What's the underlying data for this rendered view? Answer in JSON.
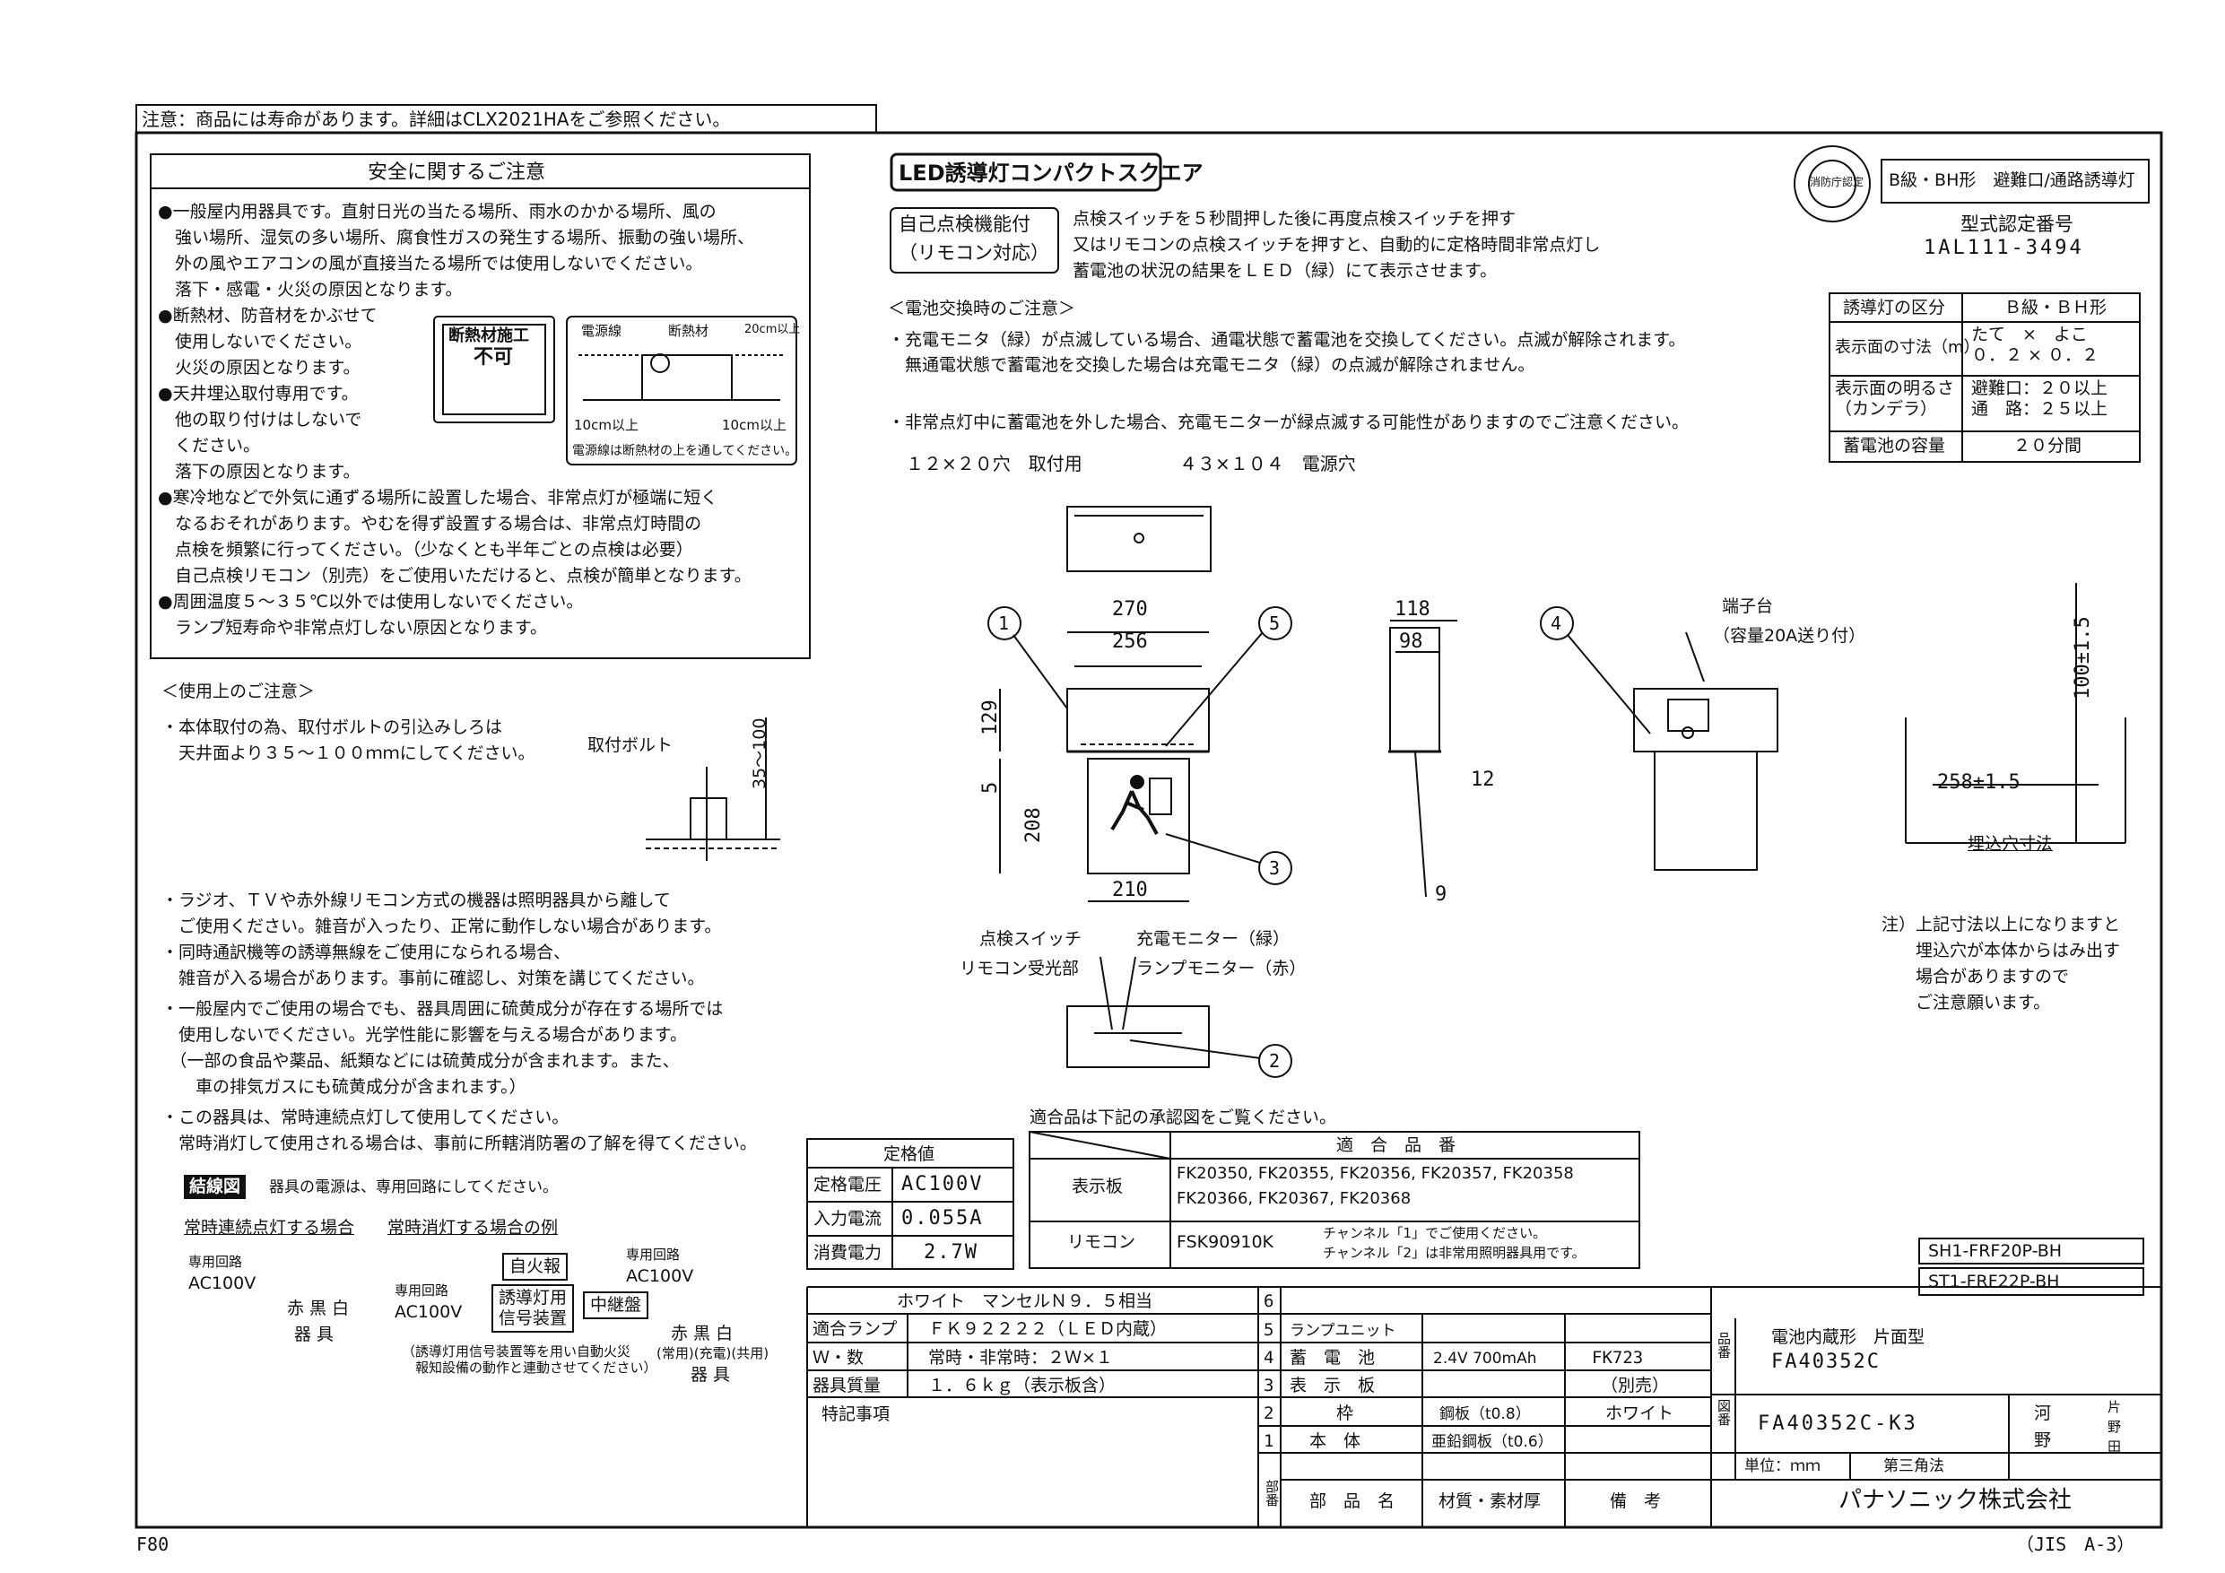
{
  "caution_banner": "注意：商品には寿命があります。詳細はCLX2021HAをご参照ください。",
  "safety": {
    "title": "安全に関するご注意",
    "lines": [
      "●一般屋内用器具です。直射日光の当たる場所、雨水のかかる場所、風の",
      "　強い場所、湿気の多い場所、腐食性ガスの発生する場所、振動の強い場所、",
      "　外の風やエアコンの風が直接当たる場所では使用しないでください。",
      "　落下・感電・火災の原因となります。"
    ],
    "insul_lines": [
      "●断熱材、防音材をかぶせて",
      "　使用しないでください。",
      "　火災の原因となります。",
      "●天井埋込取付専用です。",
      "　他の取り付けはしないで",
      "　ください。",
      "　落下の原因となります。"
    ],
    "lines2": [
      "●寒冷地などで外気に通ずる場所に設置した場合、非常点灯が極端に短く",
      "　なるおそれがあります。やむを得ず設置する場合は、非常点灯時間の",
      "　点検を頻繁に行ってください。（少なくとも半年ごとの点検は必要）",
      "　自己点検リモコン（別売）をご使用いただけると、点検が簡単となります。",
      "●周囲温度５～３５℃以外では使用しないでください。",
      "　ランプ短寿命や非常点灯しない原因となります。"
    ],
    "pic1": {
      "top": "断熱材施工",
      "bottom": "不可"
    },
    "pic2": {
      "label1": "電源線",
      "label2": "断熱材",
      "gap1": "10cm以上",
      "gap2": "10cm以上",
      "height": "20cm以上",
      "note": "電源線は断熱材の上を通してください。"
    }
  },
  "usage": {
    "title": "＜使用上のご注意＞",
    "mount": [
      "・本体取付の為、取付ボルトの引込みしろは",
      "　天井面より３５～１００ｍｍにしてください。"
    ],
    "bolt_label": "取付ボルト",
    "bolt_dim": "35～100",
    "lines": [
      "・ラジオ、ＴＶや赤外線リモコン方式の機器は照明器具から離して",
      "　ご使用ください。雑音が入ったり、正常に動作しない場合があります。",
      "・同時通訳機等の誘導無線をご使用になられる場合、",
      "　雑音が入る場合があります。事前に確認し、対策を講じてください。",
      "・一般屋内でご使用の場合でも、器具周囲に硫黄成分が存在する場所では",
      "　使用しないでください。光学性能に影響を与える場合があります。",
      "　（一部の食品や薬品、紙類などには硫黄成分が含まれます。また、",
      "　　車の排気ガスにも硫黄成分が含まれます。）",
      "・この器具は、常時連続点灯して使用してください。",
      "　常時消灯して使用される場合は、事前に所轄消防署の了解を得てください。"
    ]
  },
  "wiring": {
    "badge": "結線図",
    "note": "器具の電源は、専用回路にしてください。",
    "title_a": "常時連続点灯する場合",
    "title_b": "常時消灯する場合の例",
    "circuit_label": "専用回路",
    "ac": "AC100V",
    "colors": "赤 黒 白",
    "fixture": "器 具",
    "fire_alarm": "自火報",
    "signal": "誘導灯用\n信号装置",
    "relay": "中継盤",
    "colors_b_top": "赤 黒 白",
    "colors_b_mid": "(常用)(充電)(共用)",
    "fixture_b": "器 具",
    "paren_note": "（誘導灯用信号装置等を用い自動火災\n　報知設備の動作と連動させてください）"
  },
  "product": {
    "name": "LED誘導灯コンパクトスクエア",
    "self_check": [
      "自己点検機能付",
      "（リモコン対応）"
    ],
    "self_check_desc": [
      "点検スイッチを５秒間押した後に再度点検スイッチを押す",
      "又はリモコンの点検スイッチを押すと、自動的に定格時間非常点灯し",
      "蓄電池の状況の結果をＬＥＤ（緑）にて表示させます。"
    ],
    "battery_title": "＜電池交換時のご注意＞",
    "battery_lines": [
      "・充電モニタ（緑）が点滅している場合、通電状態で蓄電池を交換してください。点滅が解除されます。",
      "　無通電状態で蓄電池を交換した場合は充電モニタ（緑）の点滅が解除されません。"
    ],
    "battery_line3": "・非常点灯中に蓄電池を外した場合、充電モニターが緑点滅する可能性がありますのでご注意ください。",
    "class_badge": "B級・BH形　避難口/通路誘導灯",
    "cert_title": "型式認定番号",
    "cert_no": "1AL111-3494",
    "seal_text": "消防庁認定"
  },
  "spec_table": [
    [
      "誘導灯の区分",
      "Ｂ級・ＢＨ形"
    ],
    [
      "表示面の寸法（m）",
      "たて　×　よこ\n０．２ × ０．２"
    ],
    [
      "表示面の明るさ\n（カンデラ）",
      "避難口：２０以上\n通　路：２５以上"
    ],
    [
      "蓄電池の容量",
      "２０分間"
    ]
  ],
  "drawing": {
    "hole_label1": "１２×２０穴　取付用",
    "hole_label2": "４３×１０４　電源穴",
    "dims": {
      "w270": "270",
      "w256": "256",
      "w210": "210",
      "h129": "129",
      "h5": "5",
      "h208": "208",
      "d118": "118",
      "d98": "98",
      "d12": "12",
      "d9": "9",
      "cut_w": "258±1.5",
      "cut_h": "100±1.5"
    },
    "callouts": [
      "1",
      "2",
      "3",
      "4",
      "5"
    ],
    "terminal": "端子台",
    "terminal_note": "（容量20A送り付）",
    "cutout_label": "埋込穴寸法",
    "note_lines": [
      "注）上記寸法以上になりますと",
      "　　埋込穴が本体からはみ出す",
      "　　場合がありますので",
      "　　ご注意願います。"
    ],
    "ctrl": {
      "check_sw": "点検スイッチ",
      "charge_mon": "充電モニター（緑）",
      "remote_rx": "リモコン受光部",
      "lamp_mon": "ランプモニター（赤）"
    }
  },
  "rating": {
    "title": "定格値",
    "rows": [
      [
        "定格電圧",
        "AC100V"
      ],
      [
        "入力電流",
        "0.055A"
      ],
      [
        "消費電力",
        "2.7W"
      ]
    ]
  },
  "compat": {
    "note": "適合品は下記の承認図をご覧ください。",
    "header": "適　合　品　番",
    "panel_label": "表示板",
    "panel_values": [
      "FK20350, FK20355, FK20356, FK20357, FK20358",
      "FK20366, FK20367, FK20368"
    ],
    "remote_label": "リモコン",
    "remote_value": "FSK90910K",
    "remote_notes": [
      "チャンネル「1」でご使用ください。",
      "チャンネル「2」は非常用照明器具用です。"
    ]
  },
  "model_codes": [
    "SH1-FRF20P-BH",
    "ST1-FRF22P-BH"
  ],
  "title_block": {
    "finish": "ホワイト　マンセルＮ９．５相当",
    "rows": [
      [
        "適合ランプ",
        "ＦＫ９２２２２（ＬＥＤ内蔵）"
      ],
      [
        "Ｗ・数",
        "常時・非常時：２Ｗ×１"
      ],
      [
        "器具質量",
        "１．６ｋｇ（表示板含）"
      ]
    ],
    "special": "特記事項",
    "parts": [
      [
        "6",
        "",
        "",
        ""
      ],
      [
        "5",
        "ランプユニット",
        "",
        ""
      ],
      [
        "4",
        "蓄　電　池",
        "2.4V 700mAh",
        "FK723"
      ],
      [
        "3",
        "表　示　板",
        "",
        "（別売）"
      ],
      [
        "2",
        "枠",
        "鋼板（t0.8）",
        "ホワイト"
      ],
      [
        "1",
        "本　体",
        "亜鉛鋼板（t0.6）",
        ""
      ]
    ],
    "parts_header": [
      "部番",
      "部　品　名",
      "材質・素材厚",
      "備　考"
    ],
    "product_label": "品番",
    "product_type": "電池内蔵形　片面型",
    "product_no": "FA40352C",
    "drawing_label": "図番",
    "drawing_no": "FA40352C-K3",
    "unit": "単位：ｍｍ",
    "projection": "第三角法",
    "signers": [
      "河",
      "野",
      "片",
      "野",
      "田"
    ],
    "company": "パナソニック株式会社"
  },
  "footer_left": "F80",
  "footer_right": "（JIS　A-3）"
}
